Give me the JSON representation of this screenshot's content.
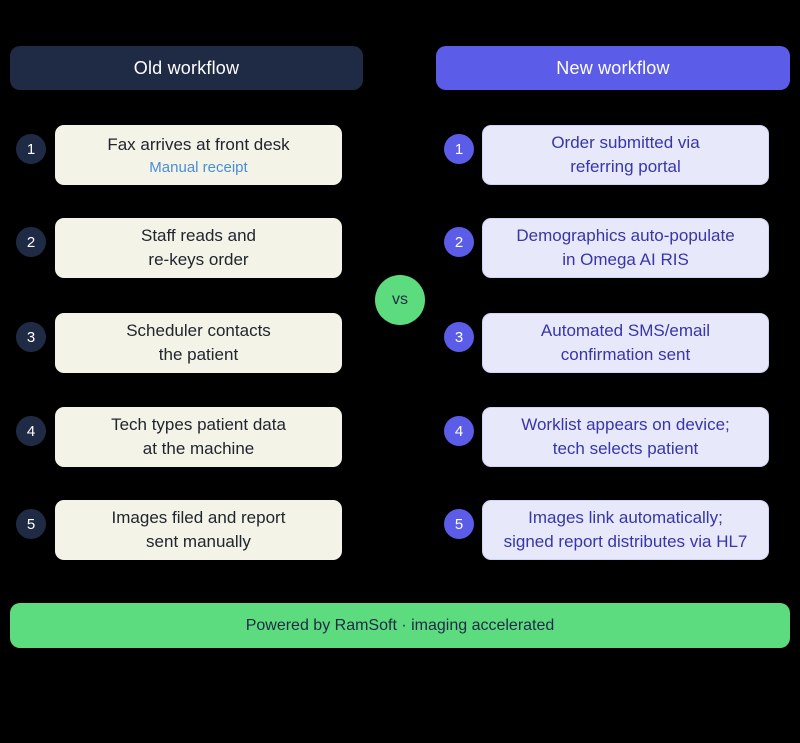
{
  "headers": {
    "old": "Old workflow",
    "new": "New workflow"
  },
  "vs_label": "vs",
  "old_steps": [
    {
      "num": "1",
      "line1": "Fax arrives at front desk",
      "line2": "Manual receipt"
    },
    {
      "num": "2",
      "line1": "Staff reads and",
      "line2": "re-keys order"
    },
    {
      "num": "3",
      "line1": "Scheduler contacts",
      "line2": "the patient"
    },
    {
      "num": "4",
      "line1": "Tech types patient data",
      "line2": "at the machine"
    },
    {
      "num": "5",
      "line1": "Images filed and report",
      "line2": "sent manually"
    }
  ],
  "new_steps": [
    {
      "num": "1",
      "line1": "Order submitted via",
      "line2": "referring portal"
    },
    {
      "num": "2",
      "line1": "Demographics auto-populate",
      "line2": "in Omega AI RIS"
    },
    {
      "num": "3",
      "line1": "Automated SMS/email",
      "line2": "confirmation sent"
    },
    {
      "num": "4",
      "line1": "Worklist appears on device;",
      "line2": "tech selects patient"
    },
    {
      "num": "5",
      "line1": "Images link automatically;",
      "line2": "signed report distributes via HL7"
    }
  ],
  "footer": {
    "label": "Powered by RamSoft · imaging accelerated"
  },
  "colors": {
    "background": "#000000",
    "navy": "#1f2b45",
    "purple": "#5b5ce8",
    "green": "#5ddc7f",
    "cream_card": "#f4f3e8",
    "lavender_card": "#e7e8fa",
    "indigo_text": "#3836a8",
    "link_blue": "#4a8ed8",
    "white": "#ffffff"
  }
}
